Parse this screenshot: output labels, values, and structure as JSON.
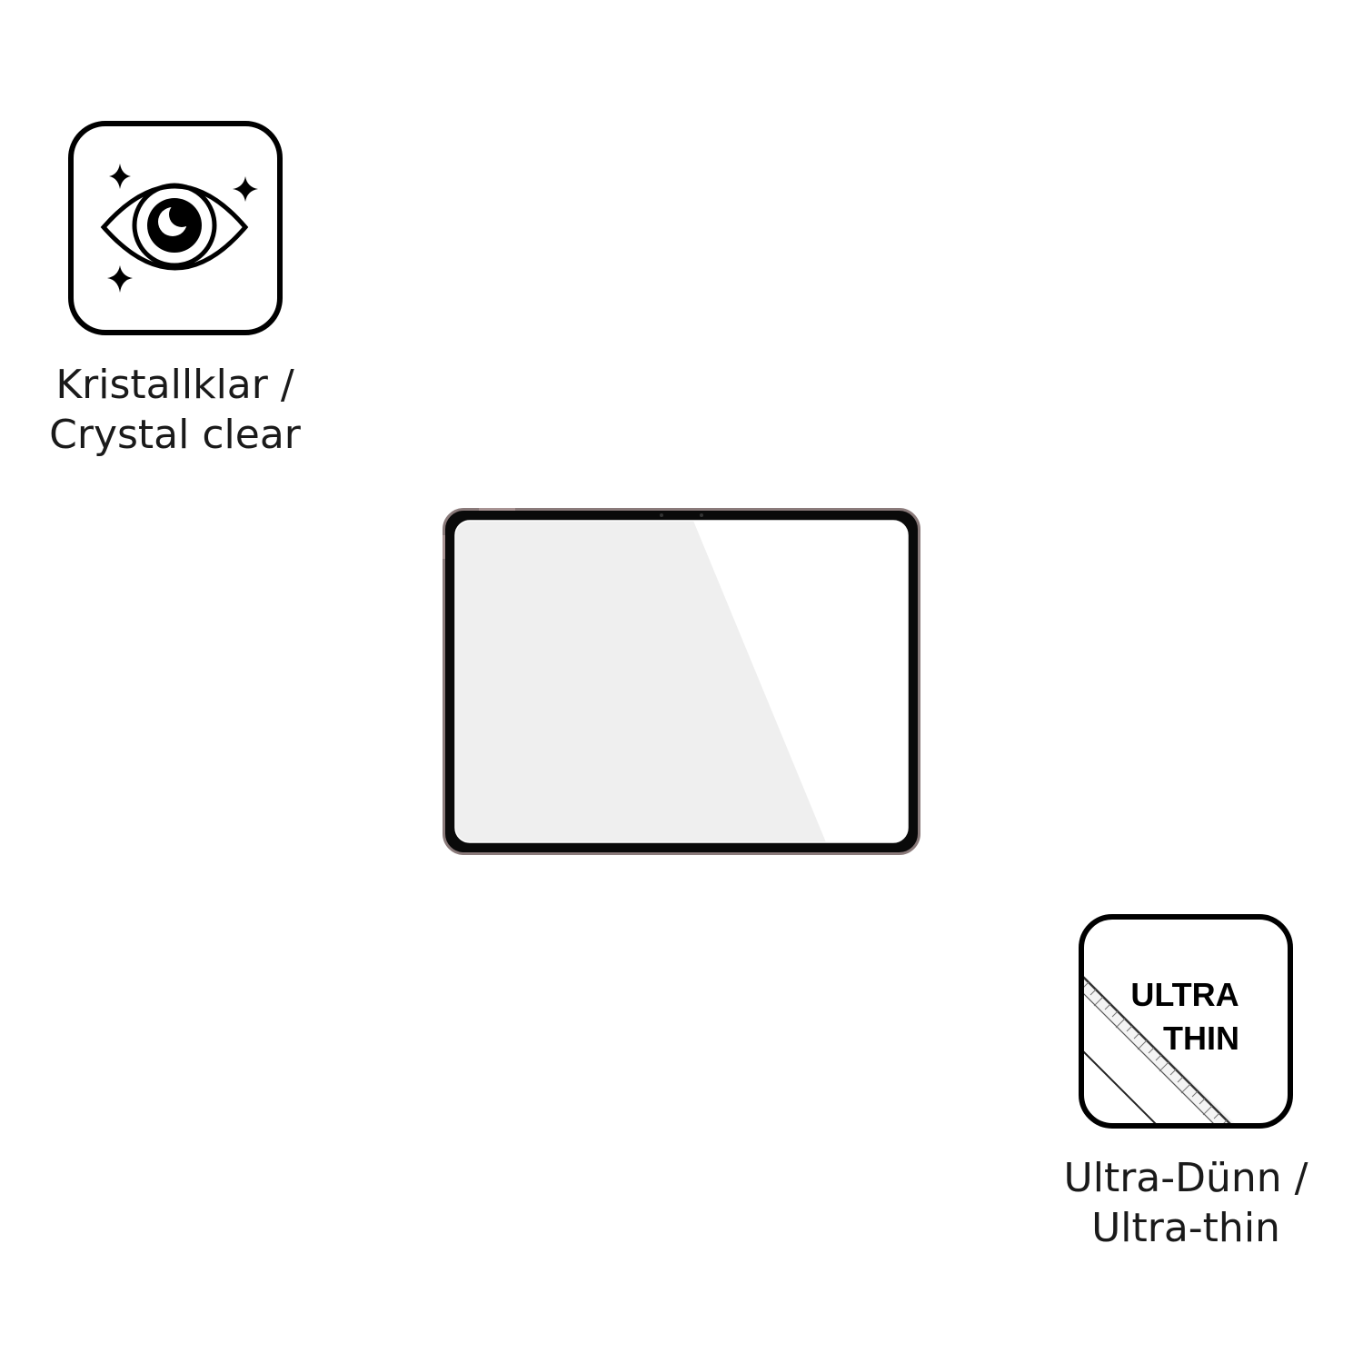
{
  "features": {
    "crystal_clear": {
      "icon": "eye-sparkle-icon",
      "caption_line1": "Kristallklar /",
      "caption_line2": "Crystal clear"
    },
    "ultra_thin": {
      "icon": "ruler-layer-icon",
      "badge_line1": "ULTRA",
      "badge_line2": "THIN",
      "caption_line1": "Ultra-Dünn /",
      "caption_line2": "Ultra-thin"
    }
  },
  "product": {
    "icon": "tablet-screen-protector",
    "frame_color": "#8a7a7a",
    "bezel_color": "#0a0a0a",
    "screen_color": "#efefef"
  }
}
